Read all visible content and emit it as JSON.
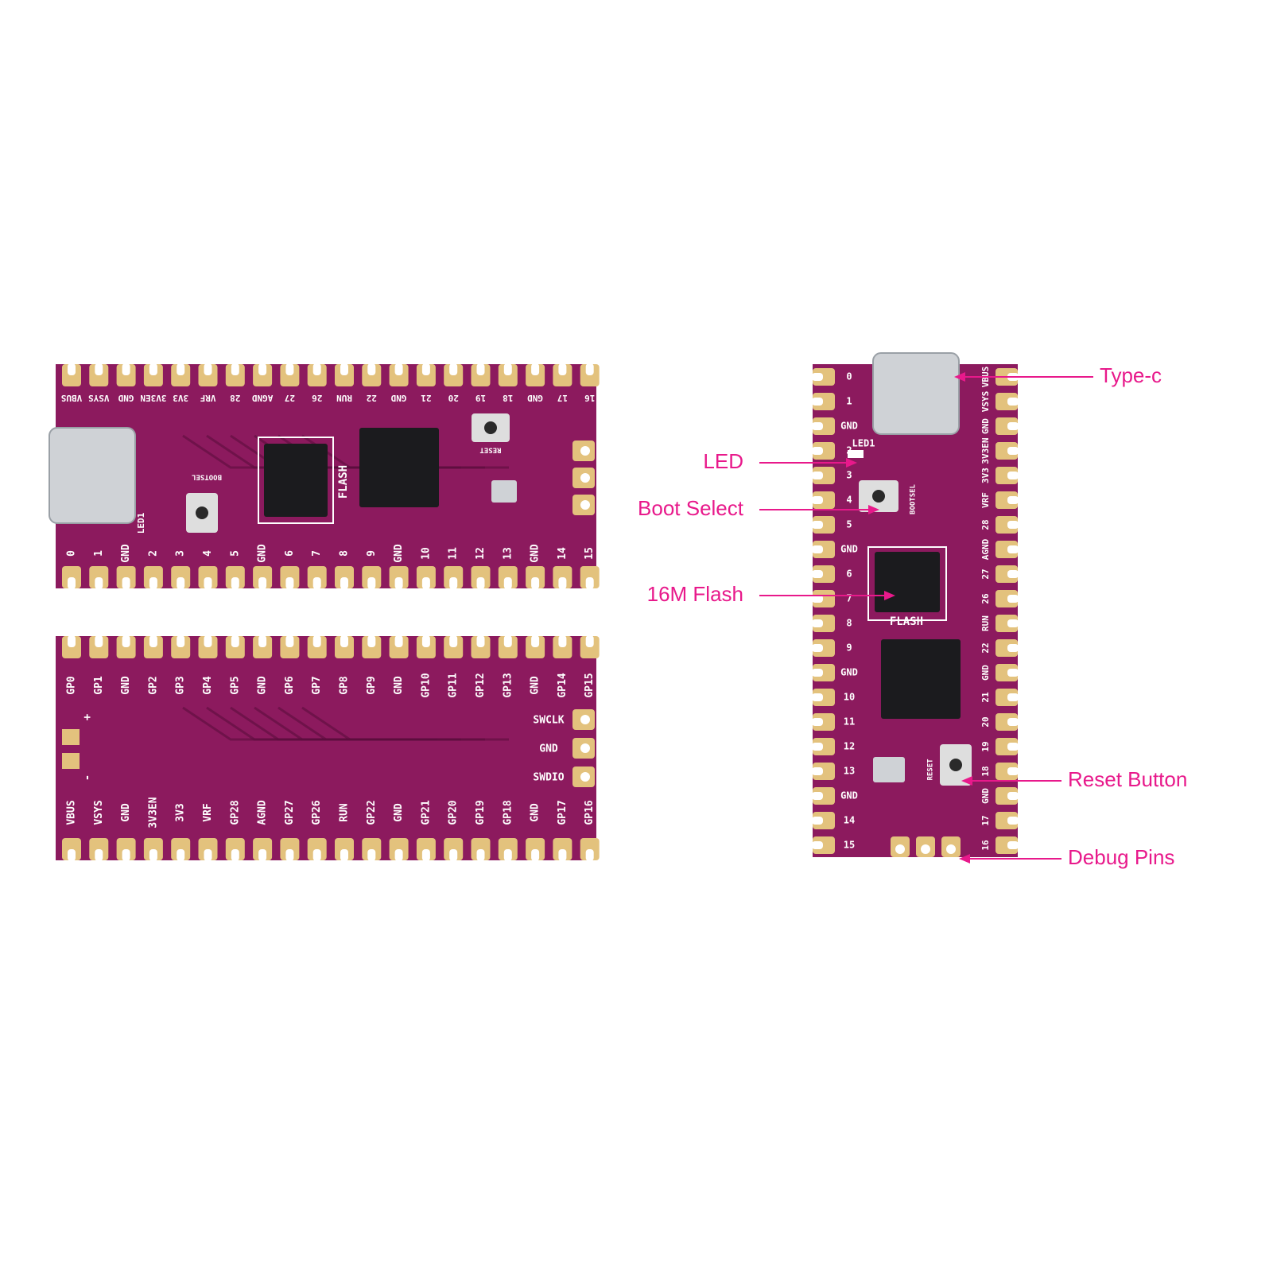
{
  "colors": {
    "board": "#8c1a5e",
    "board_dark": "#5c0e3d",
    "pad": "#e3c27d",
    "chip": "#1b1b1e",
    "silver": "#cfd2d6",
    "accent": "#e8198b"
  },
  "boards": {
    "front_horizontal": {
      "top_labels": [
        "VBUS",
        "VSYS",
        "GND",
        "3V3EN",
        "3V3",
        "VRF",
        "28",
        "AGND",
        "27",
        "26",
        "RUN",
        "22",
        "GND",
        "21",
        "20",
        "19",
        "18",
        "GND",
        "17",
        "16"
      ],
      "bottom_labels": [
        "0",
        "1",
        "GND",
        "2",
        "3",
        "4",
        "5",
        "GND",
        "6",
        "7",
        "8",
        "9",
        "GND",
        "10",
        "11",
        "12",
        "13",
        "GND",
        "14",
        "15"
      ],
      "flash_label": "FLASH",
      "bootsel_label": "BOOTSEL",
      "reset_label": "RESET",
      "led_label": "LED1"
    },
    "back_horizontal": {
      "top_labels": [
        "GP0",
        "GP1",
        "GND",
        "GP2",
        "GP3",
        "GP4",
        "GP5",
        "GND",
        "GP6",
        "GP7",
        "GP8",
        "GP9",
        "GND",
        "GP10",
        "GP11",
        "GP12",
        "GP13",
        "GND",
        "GP14",
        "GP15"
      ],
      "bottom_labels": [
        "VBUS",
        "VSYS",
        "GND",
        "3V3EN",
        "3V3",
        "VRF",
        "GP28",
        "AGND",
        "GP27",
        "GP26",
        "RUN",
        "GP22",
        "GND",
        "GP21",
        "GP20",
        "GP19",
        "GP18",
        "GND",
        "GP17",
        "GP16"
      ],
      "debug_labels": [
        "SWCLK",
        "GND",
        "SWDIO"
      ],
      "battery_labels": [
        "+",
        "-"
      ]
    },
    "front_vertical": {
      "left_labels": [
        "0",
        "1",
        "GND",
        "2",
        "3",
        "4",
        "5",
        "GND",
        "6",
        "7",
        "8",
        "9",
        "GND",
        "10",
        "11",
        "12",
        "13",
        "GND",
        "14",
        "15"
      ],
      "right_labels": [
        "VBUS",
        "VSYS",
        "GND",
        "3V3EN",
        "3V3",
        "VRF",
        "28",
        "AGND",
        "27",
        "26",
        "RUN",
        "22",
        "GND",
        "21",
        "20",
        "19",
        "18",
        "GND",
        "17",
        "16"
      ],
      "flash_label": "FLASH",
      "bootsel_label": "BOOTSEL",
      "reset_label": "RESET",
      "led_label": "LED1"
    }
  },
  "callouts": [
    "Type-c",
    "LED",
    "Boot Select",
    "16M Flash",
    "Reset Button",
    "Debug Pins"
  ]
}
